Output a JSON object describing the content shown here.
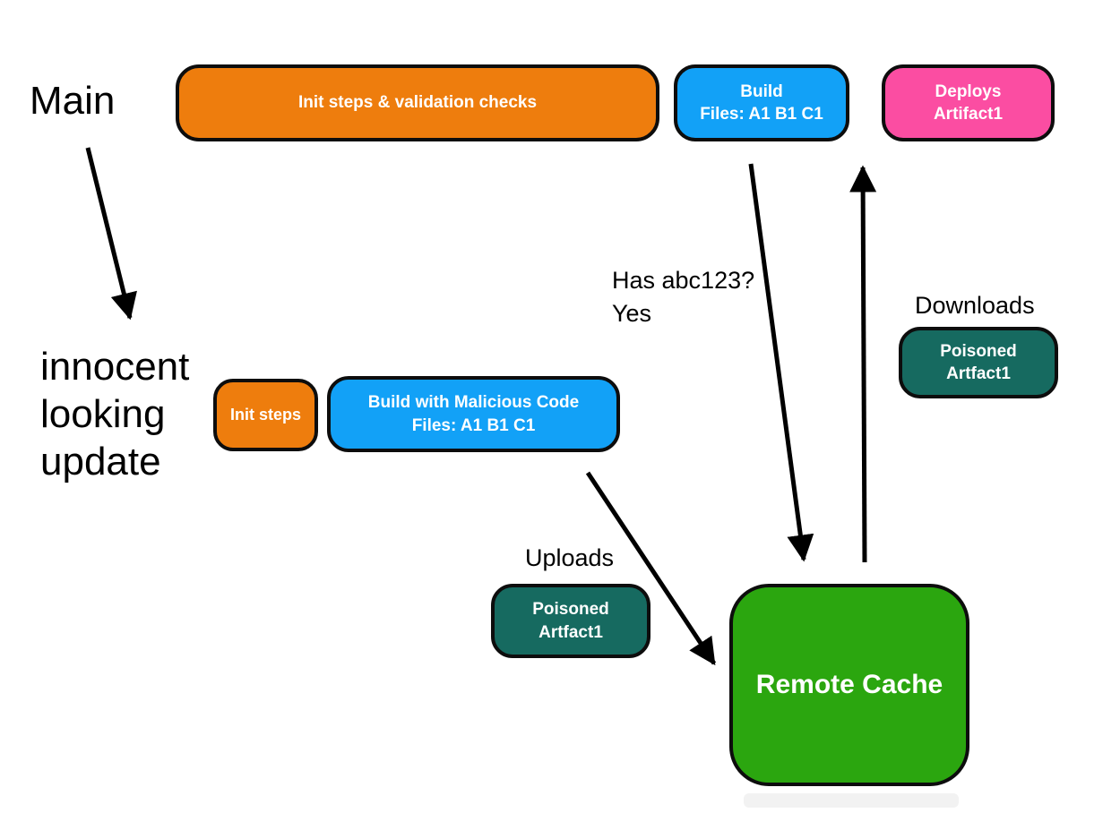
{
  "labels": {
    "main": "Main",
    "update_line1": "innocent",
    "update_line2": "looking",
    "update_line3": "update",
    "has_hash_line1": "Has abc123?",
    "has_hash_line2": "Yes",
    "uploads": "Uploads",
    "downloads": "Downloads"
  },
  "nodes": {
    "init_validation": {
      "label": "Init steps & validation checks"
    },
    "build_main": {
      "line1": "Build",
      "line2": "Files: A1 B1 C1"
    },
    "deploys": {
      "line1": "Deploys",
      "line2": "Artifact1"
    },
    "init_steps": {
      "label": "Init steps"
    },
    "build_malicious": {
      "line1": "Build with Malicious Code",
      "line2": "Files: A1 B1 C1"
    },
    "poisoned_upload": {
      "line1": "Poisoned",
      "line2": "Artfact1"
    },
    "poisoned_download": {
      "line1": "Poisoned",
      "line2": "Artfact1"
    },
    "remote_cache": {
      "label": "Remote Cache"
    }
  },
  "colors": {
    "orange": "#EE7D0D",
    "blue": "#12A1F7",
    "pink": "#FB4DA2",
    "teal": "#166A60",
    "green": "#2BA60F",
    "border": "#0D0D0D",
    "node_text": "#FFFFFF",
    "label_text": "#000000"
  }
}
